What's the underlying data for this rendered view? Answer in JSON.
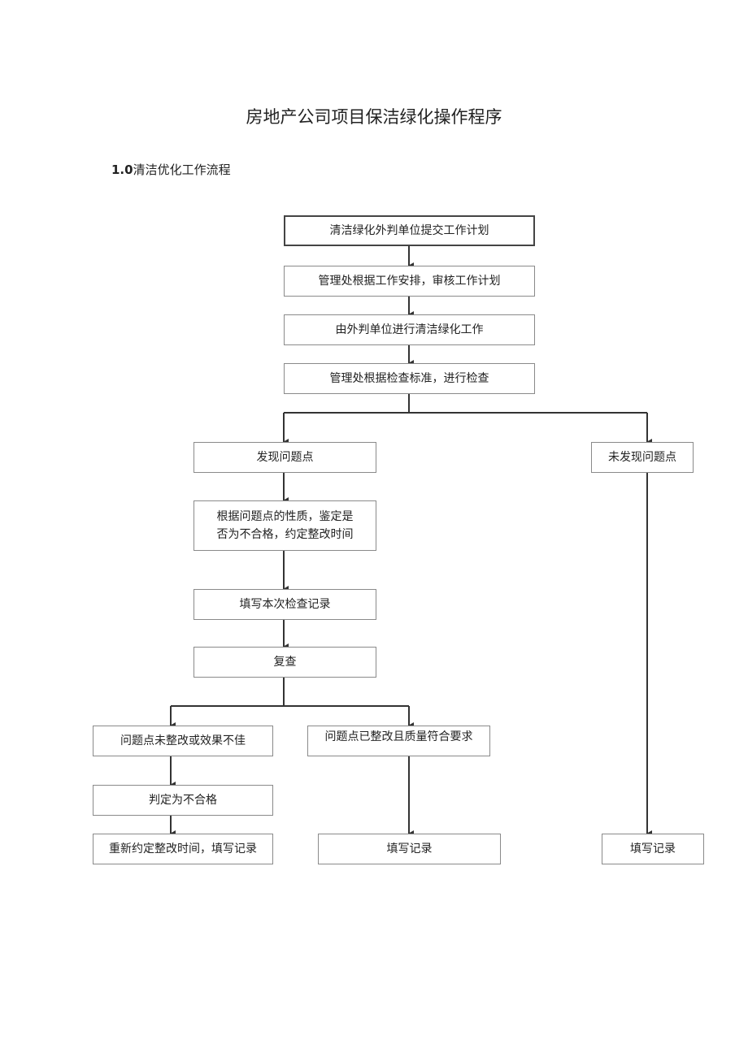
{
  "doc": {
    "title": "房地产公司项目保洁绿化操作程序",
    "section_number": "1.0",
    "section_title": "清洁优化工作流程"
  },
  "flow": {
    "step1": "清洁绿化外判单位提交工作计划",
    "step2": "管理处根据工作安排，审核工作计划",
    "step3": "由外判单位进行清洁绿化工作",
    "step4": "管理处根据检查标准，进行检查",
    "found": "发现问题点",
    "not_found": "未发现问题点",
    "assess": "根据问题点的性质，鉴定是\n否为不合格，约定整改时间",
    "fill_check": "填写本次检查记录",
    "recheck": "复查",
    "not_fixed": "问题点未整改或效果不佳",
    "fixed": "问题点已整改且质量符合要求",
    "judge_fail": "判定为不合格",
    "reschedule": "重新约定整改时间，填写记录",
    "record_fixed": "填写记录",
    "record_ok": "填写记录"
  }
}
